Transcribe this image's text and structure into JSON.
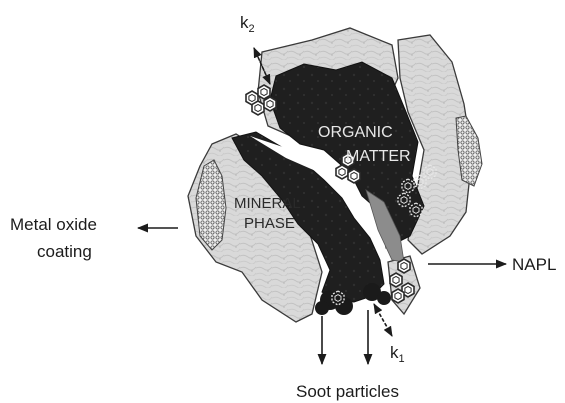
{
  "labels": {
    "k2_base": "k",
    "k2_sub": "2",
    "k1_base": "k",
    "k1_sub": "1",
    "organic_line1": "ORGANIC",
    "organic_line2": "MATTER",
    "mineral_line1": "MINERAL",
    "mineral_line2": "PHASE",
    "metal_line1": "Metal oxide",
    "metal_line2": "coating",
    "napl": "NAPL",
    "soot": "Soot particles"
  },
  "colors": {
    "mineral": "#d6d6d6",
    "organic": "#1f1f1f",
    "outline": "#3a3a3a",
    "gray_band": "#8c8c8c"
  },
  "icons": [
    "hexagon-molecule-icon",
    "arrow-left-icon",
    "arrow-right-icon",
    "arrow-down-icon",
    "dashed-double-arrow-icon"
  ]
}
